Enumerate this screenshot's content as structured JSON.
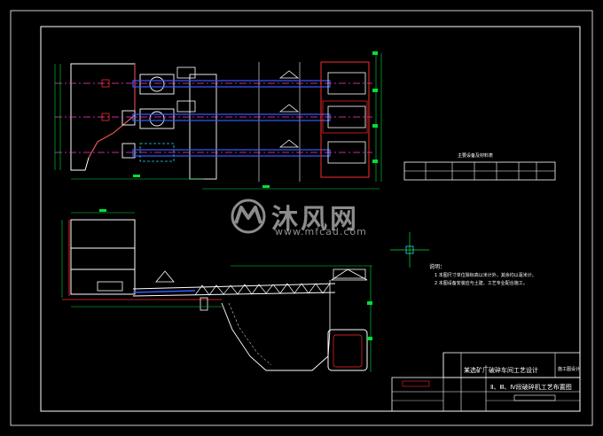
{
  "colors": {
    "background": "#000000",
    "frame": "#ffffff",
    "outline": "#ffffff",
    "section_red": "#ff2a2a",
    "center_magenta": "#ff3bd6",
    "shaft_blue": "#3b5bff",
    "dimension_green": "#00e03a",
    "dashed_cyan": "#28d7e8"
  },
  "watermark": {
    "name": "沐风网",
    "url": "www.mfcad.com",
    "logo": "mf-logo-icon"
  },
  "notes": {
    "heading": "说明：",
    "line1": "1 本图尺寸单位除标高以米计外，其余均以毫米计。",
    "line2": "2 本图设备安装应与土建、工艺专业配合施工。"
  },
  "table": {
    "caption": "主要设备及材料表"
  },
  "title_block": {
    "project": "某选矿厂破碎车间工艺设计",
    "stage": "施工图设计",
    "drawing_title": "Ⅱ、Ⅲ、Ⅳ段破碎机工艺布置图"
  }
}
